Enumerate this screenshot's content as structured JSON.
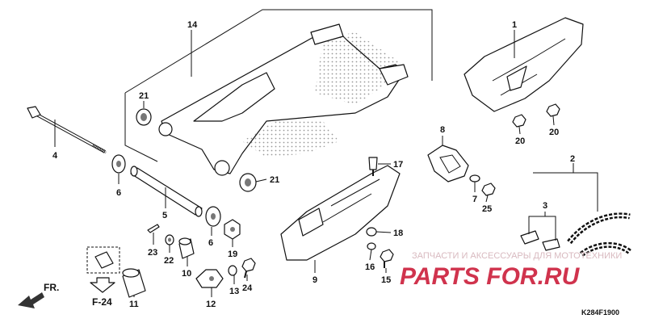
{
  "diagram": {
    "callouts": {
      "c1": "1",
      "c2": "2",
      "c3": "3",
      "c4": "4",
      "c5": "5",
      "c6a": "6",
      "c6b": "6",
      "c7": "7",
      "c8": "8",
      "c9": "9",
      "c10": "10",
      "c11": "11",
      "c12": "12",
      "c13": "13",
      "c14": "14",
      "c15": "15",
      "c16": "16",
      "c17": "17",
      "c18": "18",
      "c19": "19",
      "c20a": "20",
      "c20b": "20",
      "c21a": "21",
      "c21b": "21",
      "c22": "22",
      "c23": "23",
      "c24": "24",
      "c25": "25"
    },
    "front_label": "FR.",
    "ref_label": "F-24",
    "diagram_code": "K284F1900",
    "watermark": {
      "text": "ЗАПЧАСТИ И АКСЕССУАРЫ ДЛЯ МОТОТЕХНИКИ",
      "logo": "PARTS FOR.RU",
      "color": "#c8102e"
    }
  }
}
